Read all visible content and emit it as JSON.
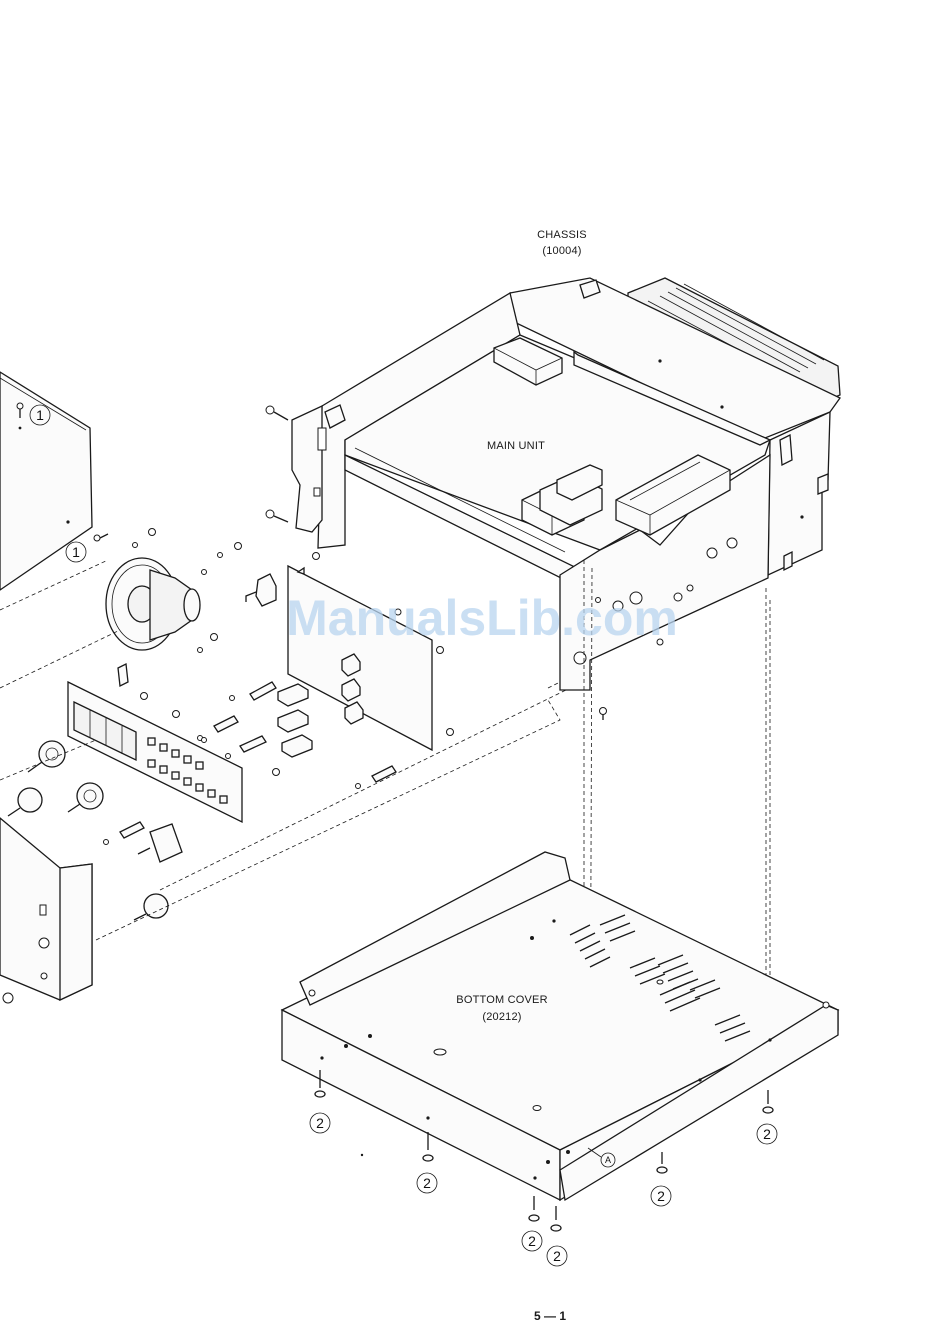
{
  "labels": {
    "chassis_name": "CHASSIS",
    "chassis_part": "(10004)",
    "main_unit": "MAIN UNIT",
    "bottom_cover_name": "BOTTOM COVER",
    "bottom_cover_part": "(20212)"
  },
  "callouts": {
    "screw_1": "1",
    "screw_2": "2",
    "ref_a": "A"
  },
  "watermark": "ManualsLib.com",
  "page_number": "5 — 1"
}
